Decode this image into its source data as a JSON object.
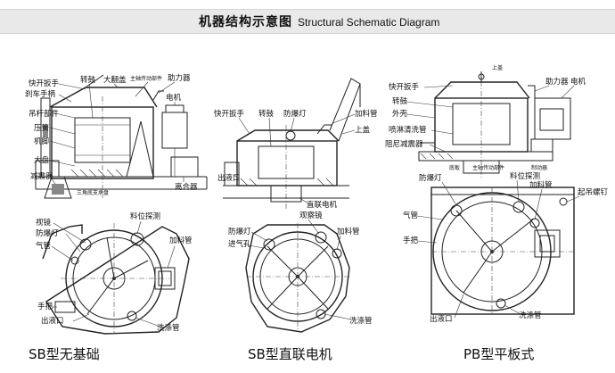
{
  "header": {
    "title_zh": "机器结构示意图",
    "title_en": "Structural Schematic Diagram"
  },
  "captions": {
    "sb_basic": "SB型无基础",
    "sb_direct": "SB型直联电机",
    "pb_flat": "PB型平板式"
  },
  "sb_basic_side": {
    "quick_wrench": "快开扳手",
    "brake_handle": "刹车手柄",
    "boom_parts": "吊杆部件",
    "press_spring": "压簧",
    "machine_foot": "机脚",
    "bottom_plate": "大盘",
    "reducer": "减震器",
    "drum": "转鼓",
    "big_cover": "大翻盖",
    "spindle_drive": "主轴传动部件",
    "booster": "助力器",
    "motor": "电机",
    "clutch": "离合器",
    "tri_leg": "三角底支承盘"
  },
  "sb_basic_top": {
    "sight_glass": "视镜",
    "explosion_lamp": "防爆灯",
    "air_pipe": "气管",
    "level_probe": "料位探测",
    "feed_pipe": "加料管",
    "handle": "手把",
    "outlet": "出液口",
    "wash_pipe": "洗涤管"
  },
  "sb_direct_side": {
    "quick_wrench": "快开扳手",
    "drum": "转鼓",
    "explosion_lamp": "防爆灯",
    "feed_pipe": "加料管",
    "top_cover": "上盖",
    "outlet": "出液口",
    "direct_motor": "直联电机"
  },
  "sb_direct_top": {
    "explosion_lamp": "防爆灯",
    "inlet_hole": "进气孔",
    "sight_glass": "观察镜",
    "feed_pipe": "加料管",
    "wash_pipe": "洗涤管"
  },
  "pb_side": {
    "quick_wrench": "快开扳手",
    "drum": "转鼓",
    "shell": "外壳",
    "spray_pipe": "喷淋清洗管",
    "damper": "阻尼减震器",
    "booster": "助力器",
    "motor": "电机",
    "base_plate": "底板",
    "spindle_drive": "主轴传动部件",
    "brake": "制动器",
    "cover": "上盖"
  },
  "pb_top": {
    "explosion_lamp": "防爆灯",
    "level_probe": "料位探测",
    "feed_pipe": "加料管",
    "lifting_bolt": "起吊螺钉",
    "air_pipe": "气管",
    "handle": "手把",
    "outlet": "出液口",
    "wash_pipe": "洗涤管"
  }
}
